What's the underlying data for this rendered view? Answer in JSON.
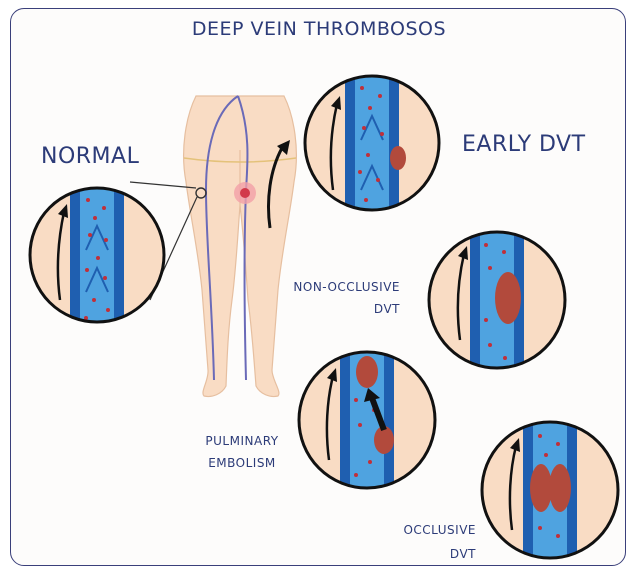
{
  "title": "DEEP VEIN THROMBOSOS",
  "labels": {
    "normal": "NORMAL",
    "early": "EARLY DVT",
    "non_occlusive_line1": "NON-OCCLUSIVE",
    "non_occlusive_line2": "DVT",
    "pulmonary_line1": "PULMINARY",
    "pulmonary_line2": "EMBOLISM",
    "occlusive_line1": "OCCLUSIVE",
    "occlusive_line2": "DVT"
  },
  "colors": {
    "text": "#2c3b78",
    "skin": "#f9dcc4",
    "vein_outer": "#1f5fb0",
    "vein_inner": "#4fa3e0",
    "blood_cell": "#c0303a",
    "clot": "#b24a3c"
  }
}
